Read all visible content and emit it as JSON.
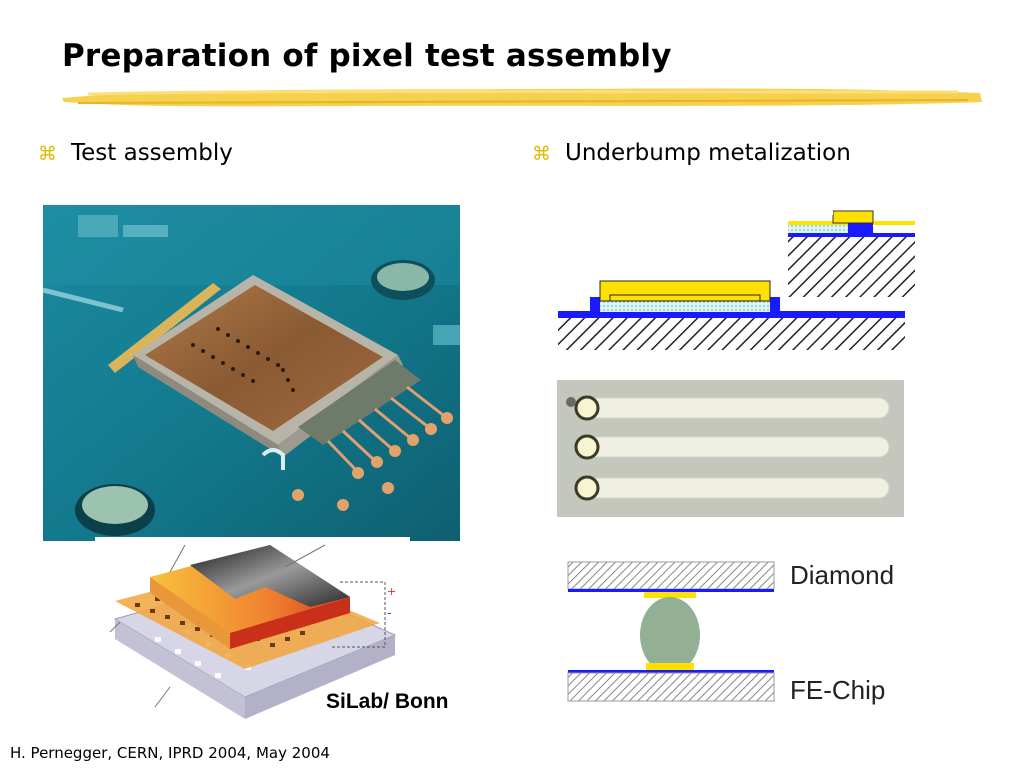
{
  "slide": {
    "title": "Preparation of pixel test assembly",
    "bullets": [
      {
        "label": "Test assembly",
        "icon": "z-bullet-icon"
      },
      {
        "label": "Underbump metalization",
        "icon": "z-bullet-icon"
      }
    ],
    "bullet_symbol": "⌘",
    "credit": "SiLab/ Bonn",
    "diagram_labels": {
      "top": "Diamond",
      "bottom": "FE-Chip"
    },
    "sensor_diagram_symbols": {
      "plus": "+",
      "minus": "-"
    },
    "footer": "H. Pernegger, CERN, IPRD 2004, May 2004",
    "colors": {
      "accent": "#f2c531",
      "bullet": "#e0b800",
      "metal": "#1a1aff",
      "gold": "#ffe000"
    }
  }
}
